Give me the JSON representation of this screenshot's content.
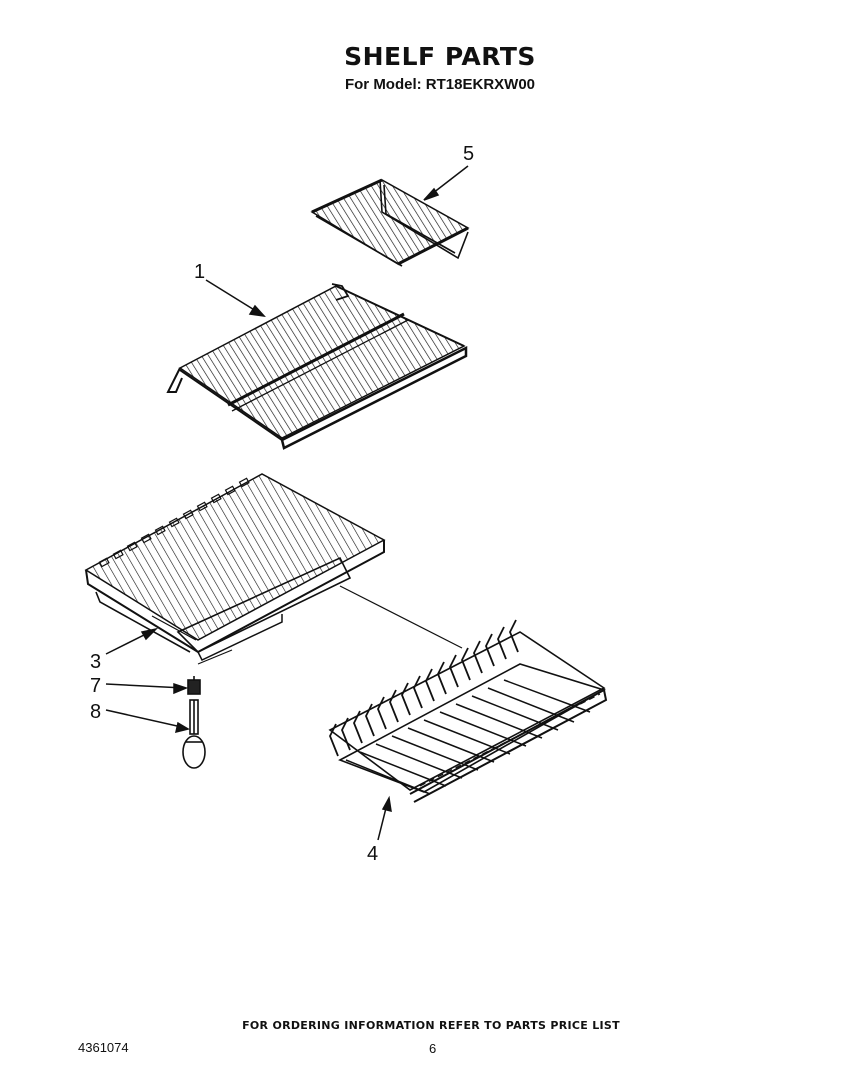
{
  "header": {
    "title": "SHELF PARTS",
    "subtitle": "For Model: RT18EKRXW00"
  },
  "callouts": {
    "part_1": "1",
    "part_3": "3",
    "part_4": "4",
    "part_5": "5",
    "part_7": "7",
    "part_8": "8"
  },
  "footer": {
    "ordering_note": "FOR ORDERING INFORMATION REFER TO PARTS PRICE LIST",
    "document_number": "4361074",
    "page_number": "6"
  }
}
